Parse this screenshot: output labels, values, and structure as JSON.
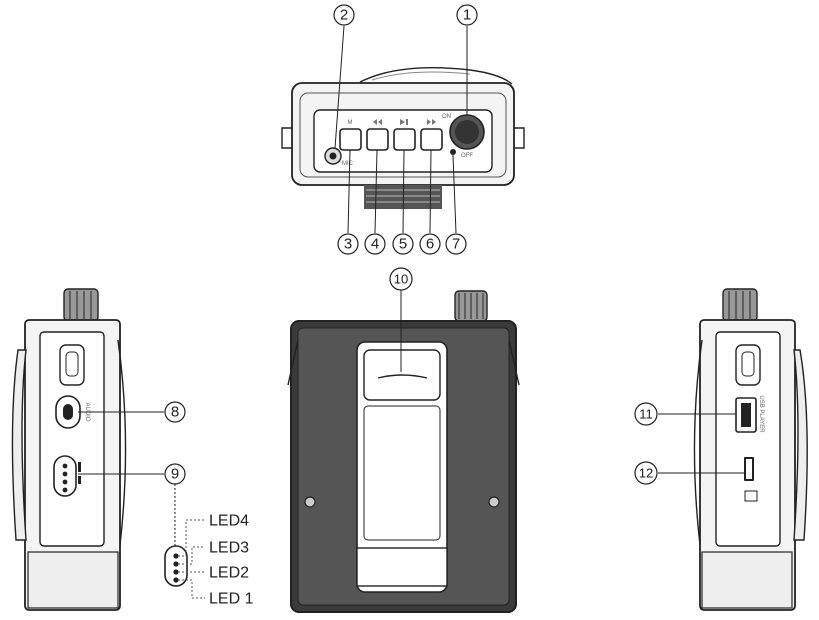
{
  "callouts": [
    "1",
    "2",
    "3",
    "4",
    "5",
    "6",
    "7",
    "8",
    "9",
    "10",
    "11",
    "12"
  ],
  "led_labels": [
    "LED4",
    "LED3",
    "LED2",
    "LED 1"
  ],
  "top_view": {
    "btn_m": "M",
    "on": "ON",
    "off": "OFF",
    "mic": "MIC"
  },
  "side_labels": {
    "audio": "AUDIO",
    "usb_player": "USB PLAYER"
  }
}
